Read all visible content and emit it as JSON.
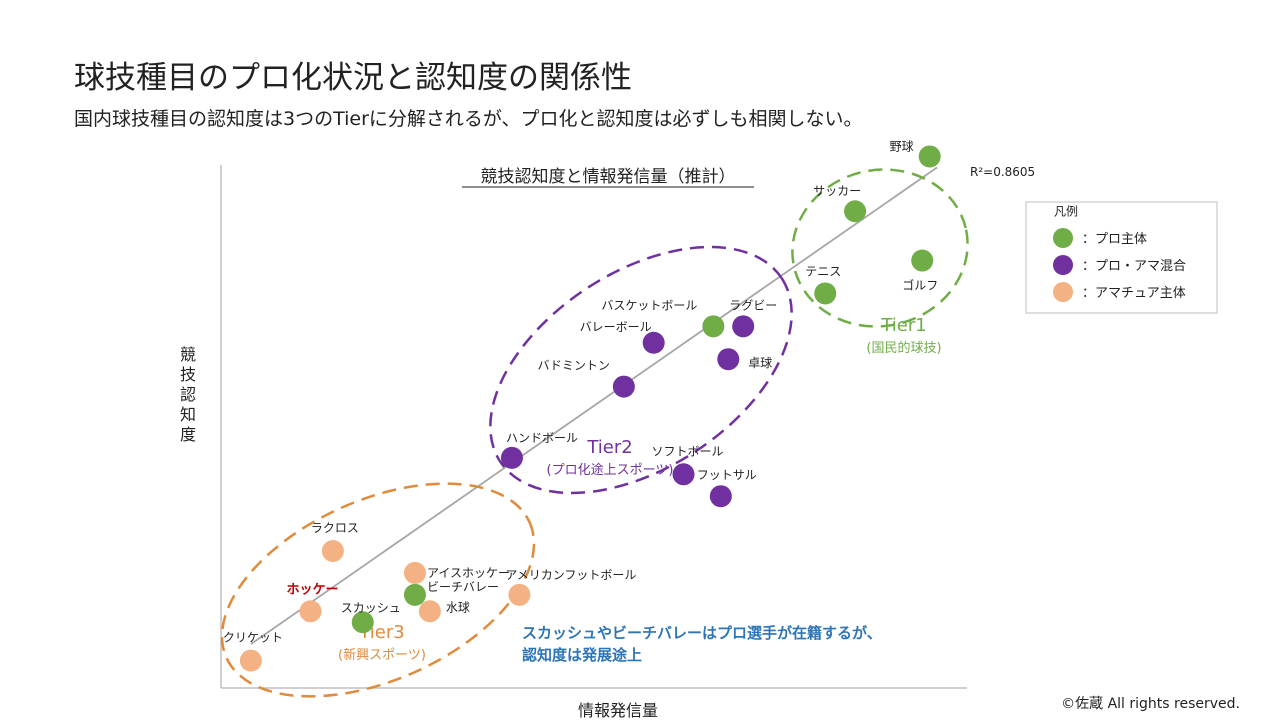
{
  "page": {
    "title": "球技種目のプロ化状況と認知度の関係性",
    "subtitle": "国内球技種目の認知度は3つのTierに分解されるが、プロ化と認知度は必ずしも相関しない。",
    "copyright": "©佐蔵 All rights reserved."
  },
  "chart_data": {
    "type": "scatter",
    "title": "競技認知度と情報発信量（推計）",
    "xlabel": "情報発信量",
    "ylabel": "競技認知度",
    "xlim": [
      0,
      100
    ],
    "ylim": [
      0,
      100
    ],
    "r_squared_label": "R²=0.8605",
    "trendline": {
      "x1": 4,
      "y1": 8,
      "x2": 96,
      "y2": 95
    },
    "colors": {
      "pro": "#70ad47",
      "mixed": "#7030a0",
      "amateur": "#f4b183",
      "highlight": "#c00000",
      "axis": "#bfbfbf",
      "trend": "#a6a6a6"
    },
    "categories": [
      {
        "key": "pro",
        "name": "：プロ主体"
      },
      {
        "key": "mixed",
        "name": "：プロ・アマ混合"
      },
      {
        "key": "amateur",
        "name": "：アマチュア主体"
      }
    ],
    "legend": {
      "title": "凡例",
      "placement": "top-right"
    },
    "points": [
      {
        "name": "野球",
        "x": 95,
        "y": 97,
        "cat": "pro"
      },
      {
        "name": "サッカー",
        "x": 85,
        "y": 87,
        "cat": "pro"
      },
      {
        "name": "ゴルフ",
        "x": 94,
        "y": 78,
        "cat": "pro"
      },
      {
        "name": "テニス",
        "x": 81,
        "y": 72,
        "cat": "pro"
      },
      {
        "name": "バスケットボール",
        "x": 66,
        "y": 66,
        "cat": "pro"
      },
      {
        "name": "ラグビー",
        "x": 70,
        "y": 66,
        "cat": "mixed"
      },
      {
        "name": "バレーボール",
        "x": 58,
        "y": 63,
        "cat": "mixed"
      },
      {
        "name": "卓球",
        "x": 68,
        "y": 60,
        "cat": "mixed"
      },
      {
        "name": "バドミントン",
        "x": 54,
        "y": 55,
        "cat": "mixed"
      },
      {
        "name": "ハンドボール",
        "x": 39,
        "y": 42,
        "cat": "mixed"
      },
      {
        "name": "ソフトボール",
        "x": 62,
        "y": 39,
        "cat": "mixed"
      },
      {
        "name": "フットサル",
        "x": 67,
        "y": 35,
        "cat": "mixed"
      },
      {
        "name": "ラクロス",
        "x": 15,
        "y": 25,
        "cat": "amateur"
      },
      {
        "name": "アイスホッケー",
        "x": 26,
        "y": 21,
        "cat": "amateur"
      },
      {
        "name": "ビーチバレー",
        "x": 26,
        "y": 17,
        "cat": "pro"
      },
      {
        "name": "水球",
        "x": 28,
        "y": 14,
        "cat": "amateur"
      },
      {
        "name": "アメリカンフットボール",
        "x": 40,
        "y": 17,
        "cat": "amateur"
      },
      {
        "name": "ホッケー",
        "x": 12,
        "y": 14,
        "cat": "amateur",
        "highlight": true
      },
      {
        "name": "スカッシュ",
        "x": 19,
        "y": 12,
        "cat": "pro"
      },
      {
        "name": "クリケット",
        "x": 4,
        "y": 5,
        "cat": "amateur"
      }
    ],
    "tiers": [
      {
        "name": "Tier1",
        "sub": "(国民的球技)",
        "cat": "pro"
      },
      {
        "name": "Tier2",
        "sub": "(プロ化途上スポーツ)",
        "cat": "mixed"
      },
      {
        "name": "Tier3",
        "sub": "(新興スポーツ)",
        "cat": "amateur"
      }
    ],
    "annotation": {
      "lines": [
        "スカッシュやビーチバレーはプロ選手が在籍するが、",
        "認知度は発展途上"
      ],
      "color": "#2e75b6"
    }
  }
}
